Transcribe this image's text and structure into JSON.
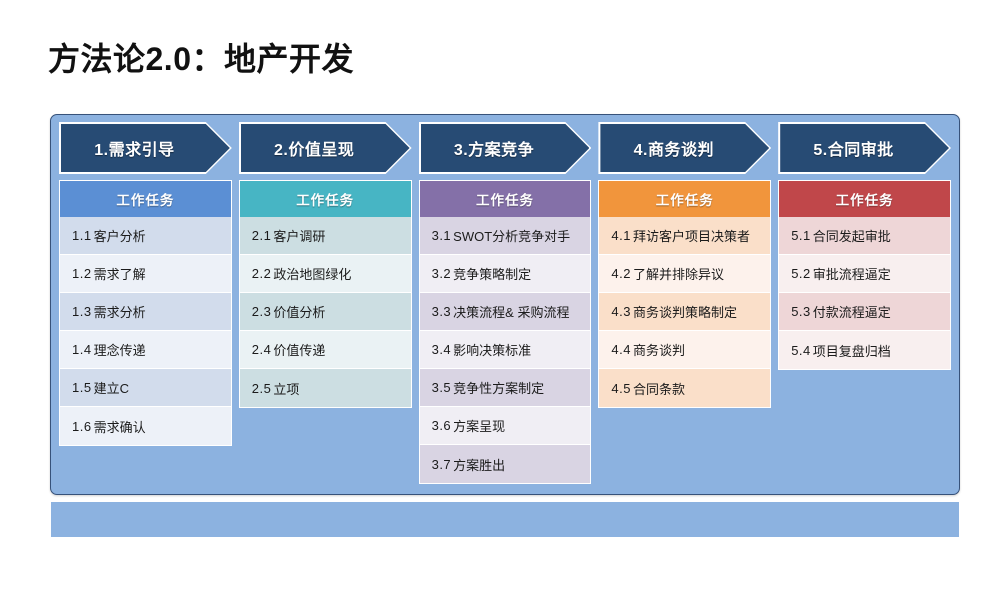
{
  "slide": {
    "title": "方法论2.0：地产开发"
  },
  "board": {
    "background_color": "#8cb2e0",
    "border_color": "#37527a",
    "chevron_fill": "#274b74",
    "chevron_outline": "#ffffff"
  },
  "bottom_bar": {
    "color": "#8cb2e0"
  },
  "columns": [
    {
      "phase_label": "1.需求引导",
      "task_header_label": "工作任务",
      "header_color": "#5b8fd4",
      "row_color_a": "#d2dcec",
      "row_color_b": "#edf1f8",
      "tasks": [
        {
          "num": "1.1",
          "text": "客户分析"
        },
        {
          "num": "1.2",
          "text": "需求了解"
        },
        {
          "num": "1.3",
          "text": "需求分析"
        },
        {
          "num": "1.4",
          "text": "理念传递"
        },
        {
          "num": "1.5",
          "text": "建立C"
        },
        {
          "num": "1.6",
          "text": "需求确认"
        }
      ]
    },
    {
      "phase_label": "2.价值呈现",
      "task_header_label": "工作任务",
      "header_color": "#47b5c4",
      "row_color_a": "#ccdee2",
      "row_color_b": "#eaf2f4",
      "tasks": [
        {
          "num": "2.1",
          "text": "客户调研"
        },
        {
          "num": "2.2",
          "text": "政治地图绿化"
        },
        {
          "num": "2.3",
          "text": "价值分析"
        },
        {
          "num": "2.4",
          "text": "价值传递"
        },
        {
          "num": "2.5",
          "text": "立项"
        }
      ]
    },
    {
      "phase_label": "3.方案竞争",
      "task_header_label": "工作任务",
      "header_color": "#8470a8",
      "row_color_a": "#d9d4e3",
      "row_color_b": "#f0eef4",
      "tasks": [
        {
          "num": "3.1",
          "text": "SWOT分析竞争对手"
        },
        {
          "num": "3.2",
          "text": "竞争策略制定"
        },
        {
          "num": "3.3",
          "text": "决策流程& 采购流程"
        },
        {
          "num": "3.4",
          "text": "影响决策标准"
        },
        {
          "num": "3.5",
          "text": "竞争性方案制定"
        },
        {
          "num": "3.6",
          "text": "方案呈现"
        },
        {
          "num": "3.7",
          "text": "方案胜出"
        }
      ]
    },
    {
      "phase_label": "4.商务谈判",
      "task_header_label": "工作任务",
      "header_color": "#f1953c",
      "row_color_a": "#fadfc9",
      "row_color_b": "#fdf2ec",
      "tasks": [
        {
          "num": "4.1",
          "text": "拜访客户项目决策者"
        },
        {
          "num": "4.2",
          "text": "了解并排除异议"
        },
        {
          "num": "4.3",
          "text": "商务谈判策略制定"
        },
        {
          "num": "4.4",
          "text": "商务谈判"
        },
        {
          "num": "4.5",
          "text": "合同条款"
        }
      ]
    },
    {
      "phase_label": "5.合同审批",
      "task_header_label": "工作任务",
      "header_color": "#c0474a",
      "row_color_a": "#eed6d7",
      "row_color_b": "#f8efef",
      "tasks": [
        {
          "num": "5.1",
          "text": "合同发起审批"
        },
        {
          "num": "5.2",
          "text": "审批流程逼定"
        },
        {
          "num": "5.3",
          "text": "付款流程逼定"
        },
        {
          "num": "5.4",
          "text": "项目复盘归档"
        }
      ]
    }
  ]
}
